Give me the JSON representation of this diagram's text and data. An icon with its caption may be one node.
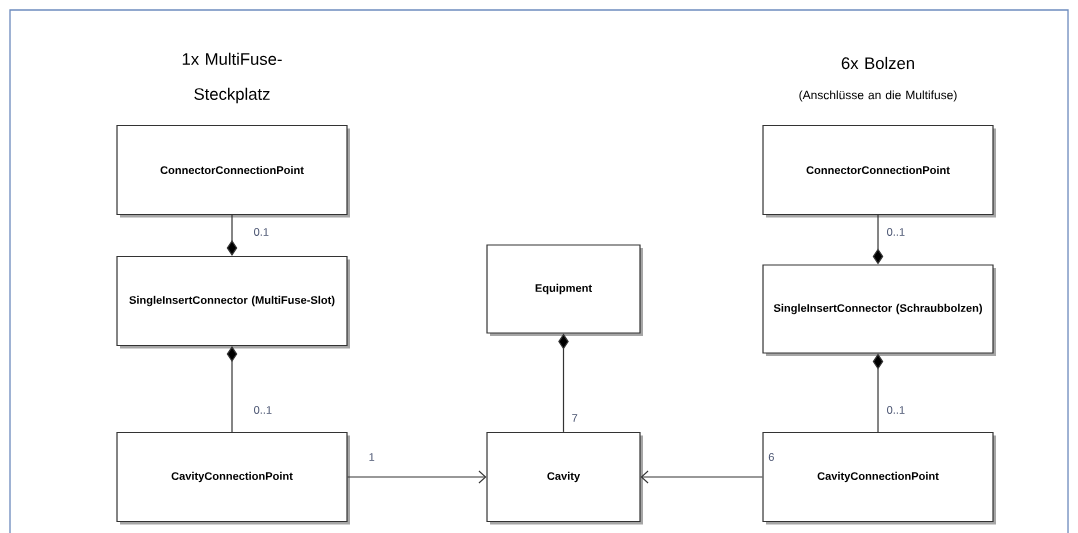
{
  "diagram": {
    "nodes": [
      {
        "text": [
          "ConnectorConnectionPoint"
        ]
      },
      {
        "text": [
          "SingleInsertConnector (MultiFuse-Slot)"
        ]
      },
      {
        "text": [
          "CavityConnectionPoint"
        ]
      },
      {
        "text": [
          "Equipment"
        ]
      },
      {
        "text": [
          "Cavity"
        ]
      },
      {
        "text": [
          "ConnectorConnectionPoint"
        ]
      },
      {
        "text": [
          "SingleInsertConnector (Schraubbolzen)"
        ]
      },
      {
        "text": [
          "CavityConnectionPoint"
        ]
      }
    ],
    "edges": [
      {
        "from": 0,
        "to": 1,
        "arrow": "other",
        "label": "0.1"
      },
      {
        "from": 2,
        "to": 1,
        "arrow": "other",
        "label": "0..1"
      },
      {
        "from": 4,
        "to": 3,
        "arrow": "other",
        "label": "7"
      },
      {
        "from": 5,
        "to": 6,
        "arrow": "other",
        "label": "0..1"
      },
      {
        "from": 7,
        "to": 6,
        "arrow": "other",
        "label": "0..1"
      },
      {
        "from": 2,
        "to": 4,
        "arrow": "to",
        "label": "1"
      },
      {
        "from": 7,
        "to": 4,
        "arrow": "to",
        "label": "6"
      }
    ],
    "labels": [
      "1x MultiFuse-Steckplatz",
      "6x Bolzen",
      "(Anschlüsse an die Multifuse)"
    ]
  }
}
